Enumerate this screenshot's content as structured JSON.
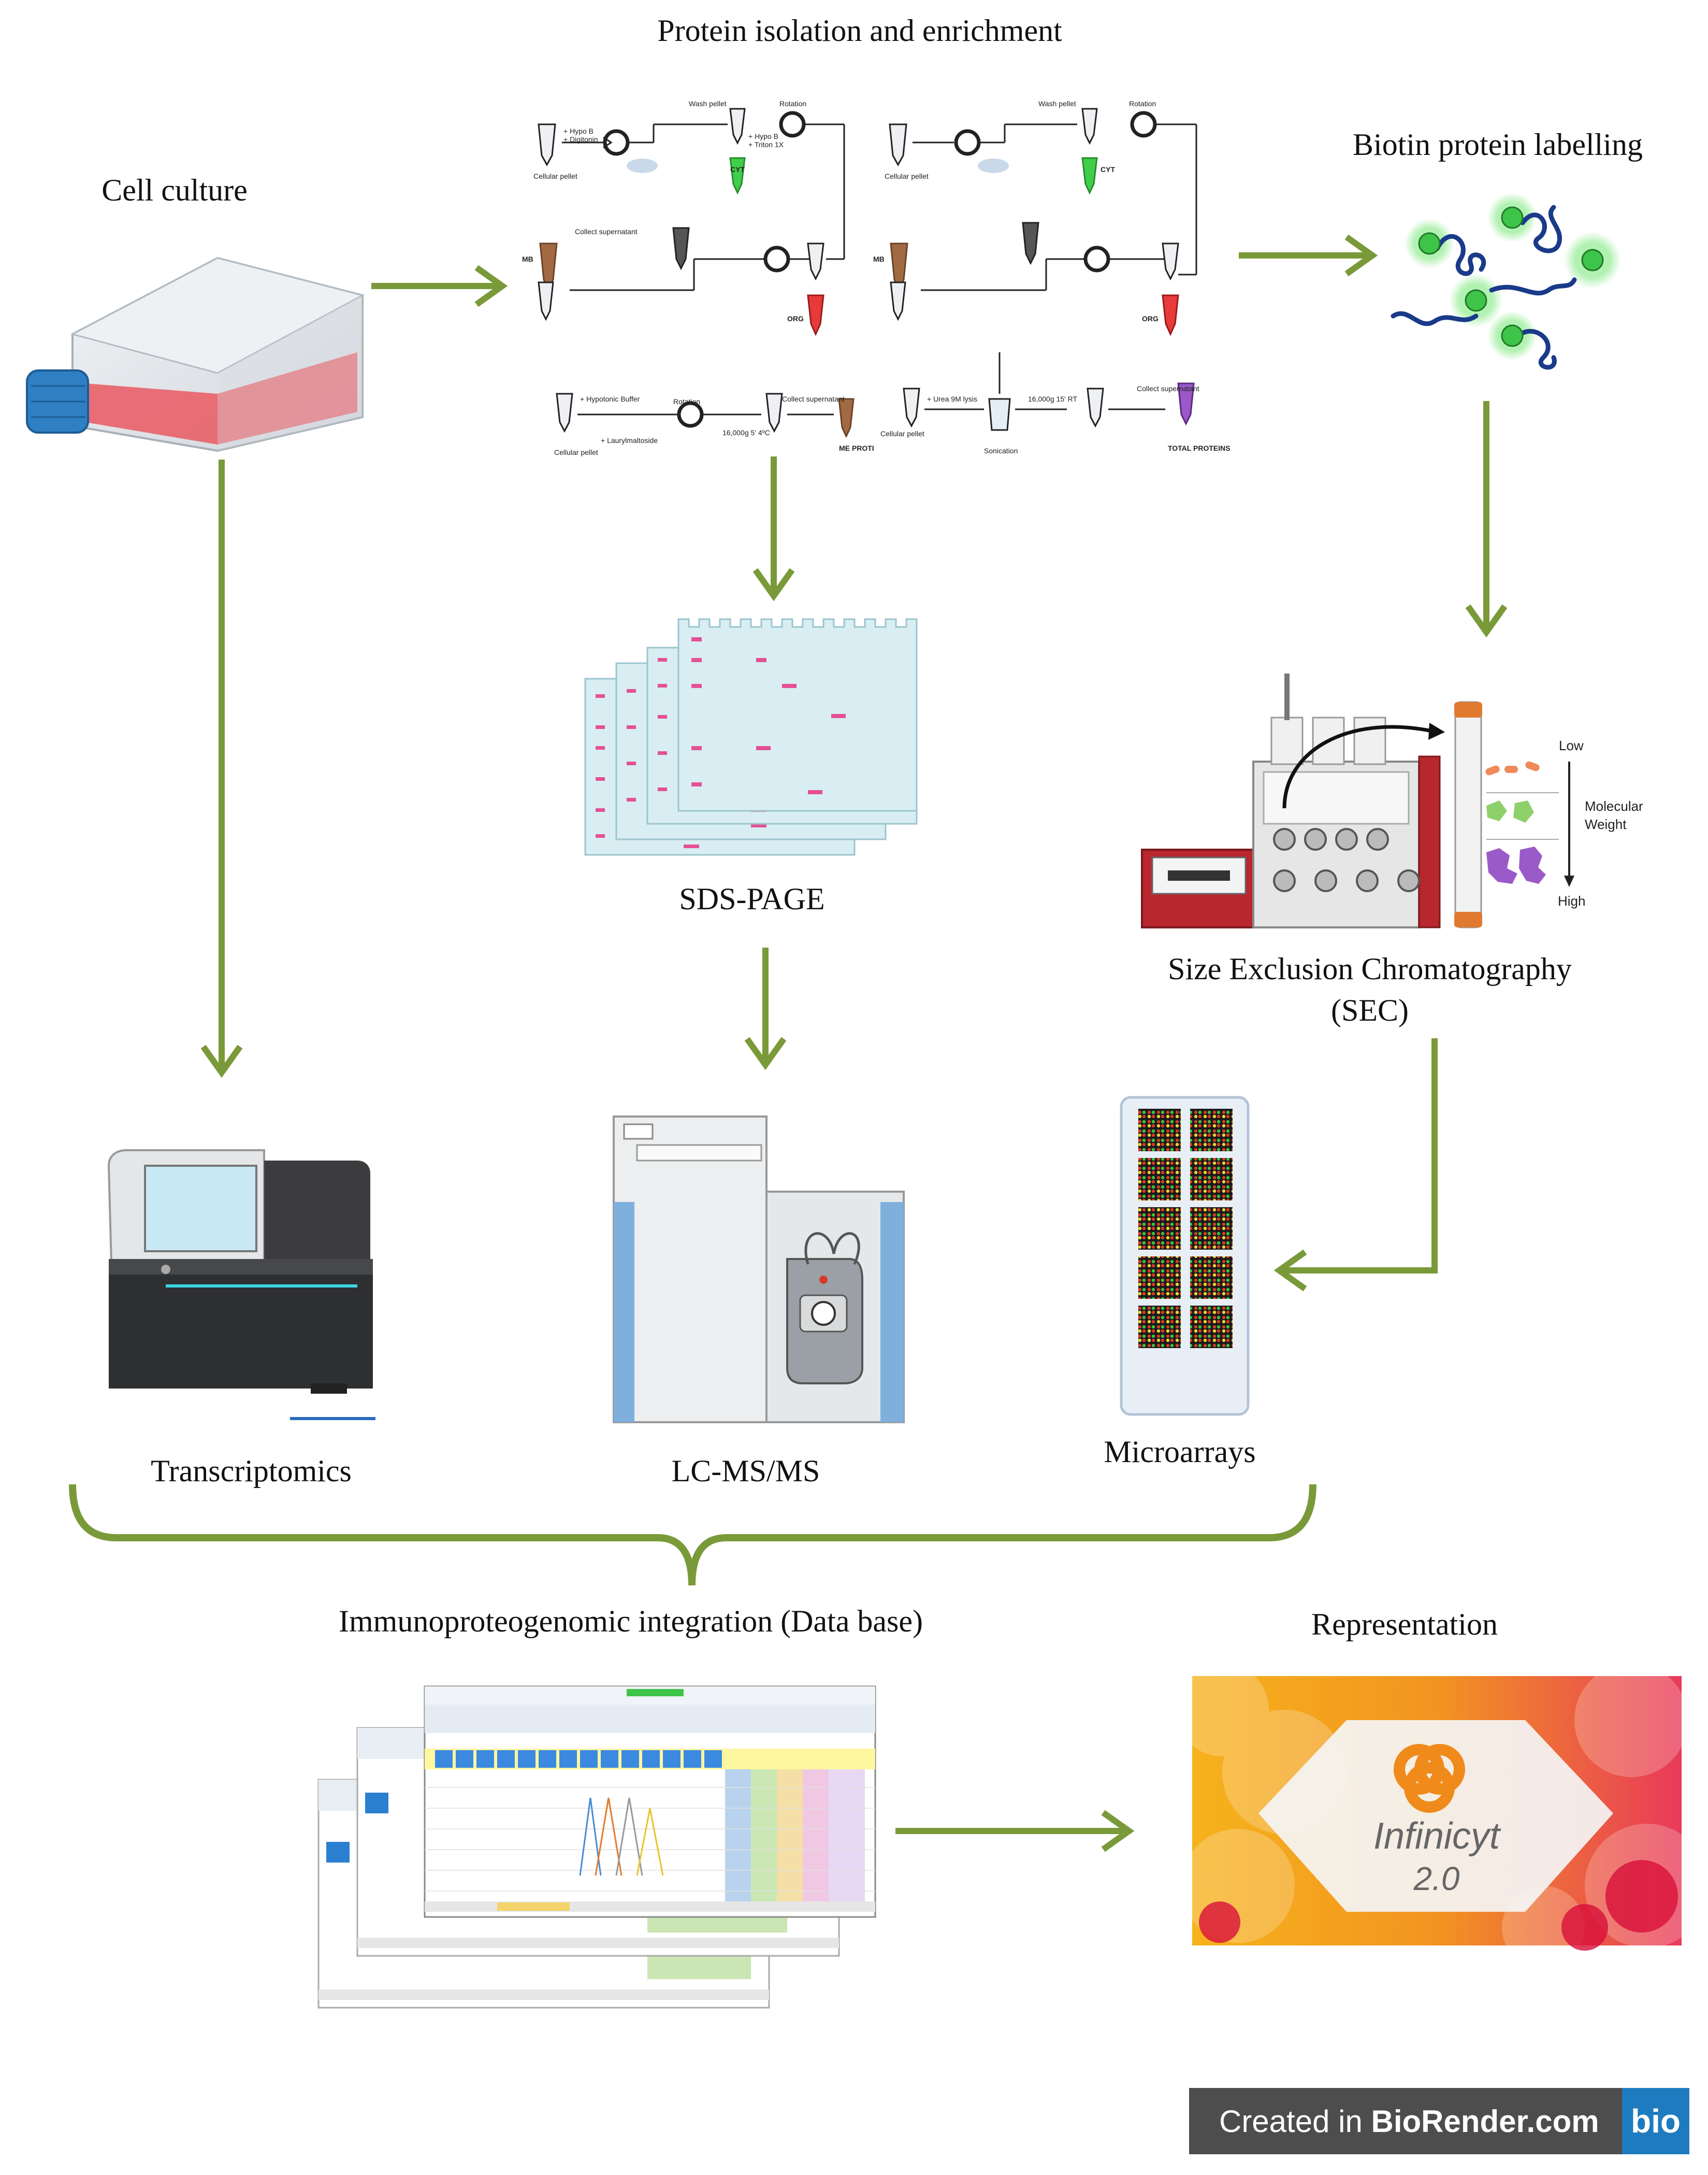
{
  "labels": {
    "cell_culture": "Cell culture",
    "protein_isolation": "Protein isolation and enrichment",
    "biotin_labelling": "Biotin protein labelling",
    "sds_page": "SDS-PAGE",
    "sec_line1": "Size Exclusion Chromatography",
    "sec_line2": "(SEC)",
    "transcriptomics": "Transcriptomics",
    "lcms": "LC-MS/MS",
    "microarrays": "Microarrays",
    "integration": "Immunoproteogenomic integration (Data base)",
    "representation": "Representation"
  },
  "sec_scale": {
    "low": "Low",
    "molecular_weight_1": "Molecular",
    "molecular_weight_2": "Weight",
    "high": "High"
  },
  "fractionation": {
    "cyt": "CYT",
    "mb": "MB",
    "org": "ORG",
    "me_proti": "ME PROTI",
    "total_proteins": "TOTAL PROTEINS",
    "cellular_pellet": "Cellular pellet",
    "collect_supernatant": "Collect supernatant",
    "rotation": "Rotation",
    "wash_pellet": "Wash pellet",
    "hypo_b": "+ Hypo B",
    "triton": "+ Triton 1X",
    "digitonin": "+ Digitonin",
    "urea_lysis": "+ Urea 9M lysis",
    "sonication": "Sonication",
    "hypotonic_buffer": "+ Hypotonic Buffer",
    "laurylmaltoside": "+ Laurylmaltoside",
    "spin_1": "16,000g 5' 4ºC",
    "spin_2": "16,000g 15' RT"
  },
  "software": {
    "name": "Infinicyt",
    "version": "2.0"
  },
  "brand": {
    "prefix": "Created in ",
    "name": "BioRender.com",
    "logo": "bio"
  },
  "colors": {
    "arrow": "#7a9a3a",
    "bracket": "#7a9a3a",
    "flask_liquid": "#e8636b",
    "flask_cap": "#2e7fc3",
    "gel": "#d8eef2",
    "gel_band": "#e64f96",
    "fluor": "#6ee86e",
    "protein_chain": "#1a3a8a",
    "sec_red": "#b8262e",
    "infinicyt_orange": "#f28a1a",
    "brand_bg": "#4d4d4d",
    "brand_blue": "#1e7bbf"
  }
}
